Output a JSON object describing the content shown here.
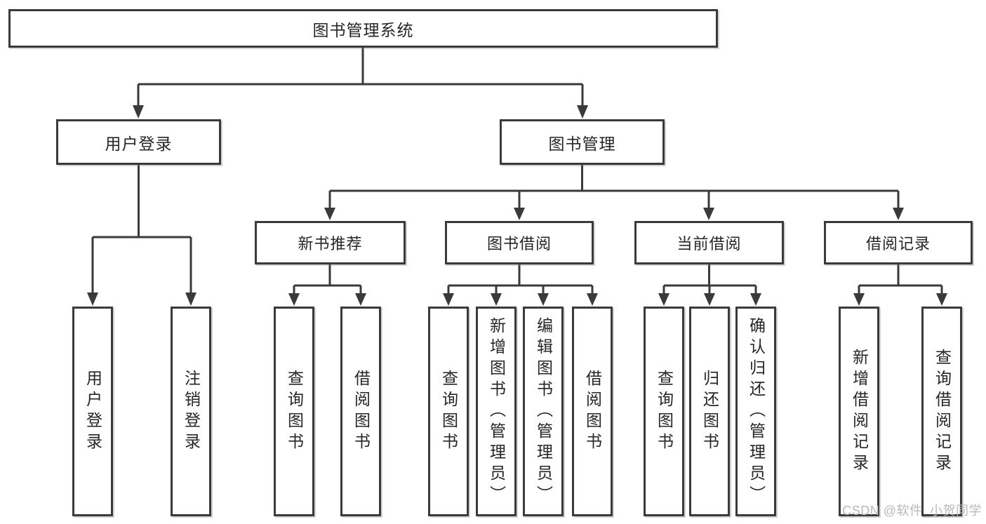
{
  "diagram": {
    "root": {
      "label": "图书管理系统"
    },
    "branches": [
      {
        "label": "用户登录",
        "children": [
          {
            "label": "用户登录"
          },
          {
            "label": "注销登录"
          }
        ]
      },
      {
        "label": "图书管理",
        "groups": [
          {
            "label": "新书推荐",
            "children": [
              {
                "label": "查询图书"
              },
              {
                "label": "借阅图书"
              }
            ]
          },
          {
            "label": "图书借阅",
            "children": [
              {
                "label": "查询图书"
              },
              {
                "label": "新增图书（管理员）"
              },
              {
                "label": "编辑图书（管理员）"
              },
              {
                "label": "借阅图书"
              }
            ]
          },
          {
            "label": "当前借阅",
            "children": [
              {
                "label": "查询图书"
              },
              {
                "label": "归还图书"
              },
              {
                "label": "确认归还（管理员）"
              }
            ]
          },
          {
            "label": "借阅记录",
            "children": [
              {
                "label": "新增借阅记录"
              },
              {
                "label": "查询借阅记录"
              }
            ]
          }
        ]
      }
    ]
  },
  "watermark": "CSDN @软件_小贺同学",
  "colors": {
    "line": "#3a3a3a",
    "text": "#262626",
    "watermark": "#b9b9b9",
    "background": "#ffffff"
  }
}
